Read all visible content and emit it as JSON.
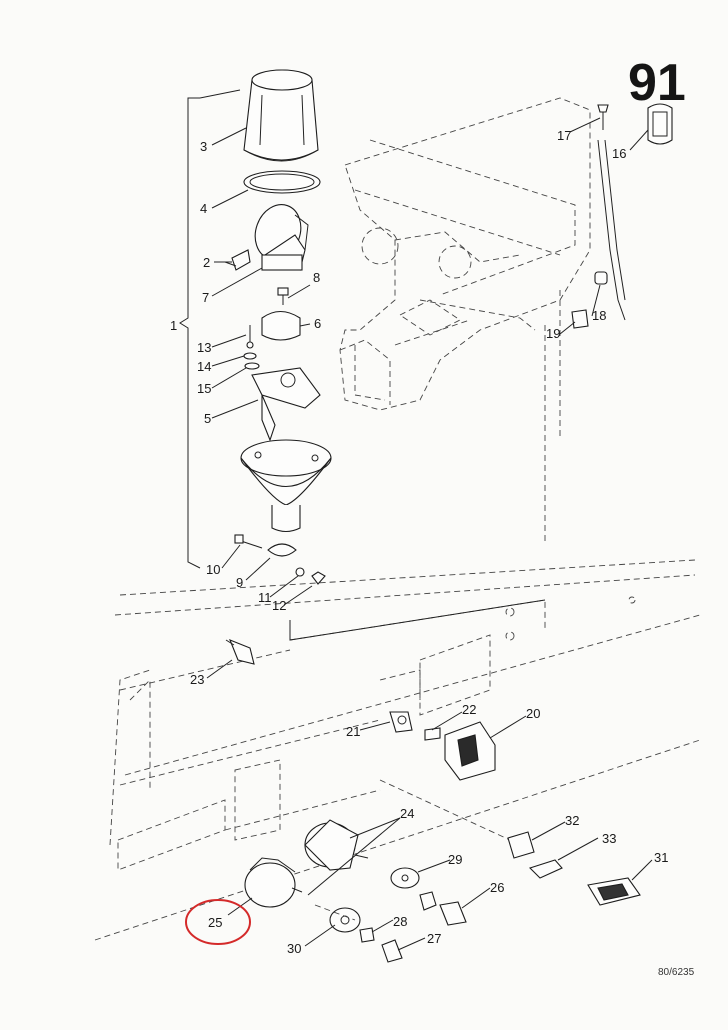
{
  "page_number": "91",
  "reference": "80/6235",
  "callouts": [
    "1",
    "2",
    "3",
    "4",
    "5",
    "6",
    "7",
    "8",
    "9",
    "10",
    "11",
    "12",
    "13",
    "14",
    "15",
    "16",
    "17",
    "18",
    "19",
    "20",
    "21",
    "22",
    "23",
    "24",
    "25",
    "26",
    "27",
    "28",
    "29",
    "30",
    "31",
    "32",
    "33"
  ],
  "highlight_color": "#d42a2a",
  "highlighted_callout": "25"
}
